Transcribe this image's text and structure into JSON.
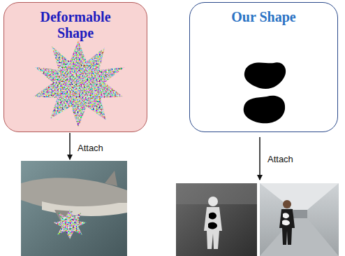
{
  "diagram": {
    "nodes": [
      {
        "text": [
          "Deformable Shape"
        ]
      },
      {
        "text": [
          "Our Shape"
        ]
      }
    ],
    "labels": [
      "Attach",
      "Attach"
    ]
  }
}
